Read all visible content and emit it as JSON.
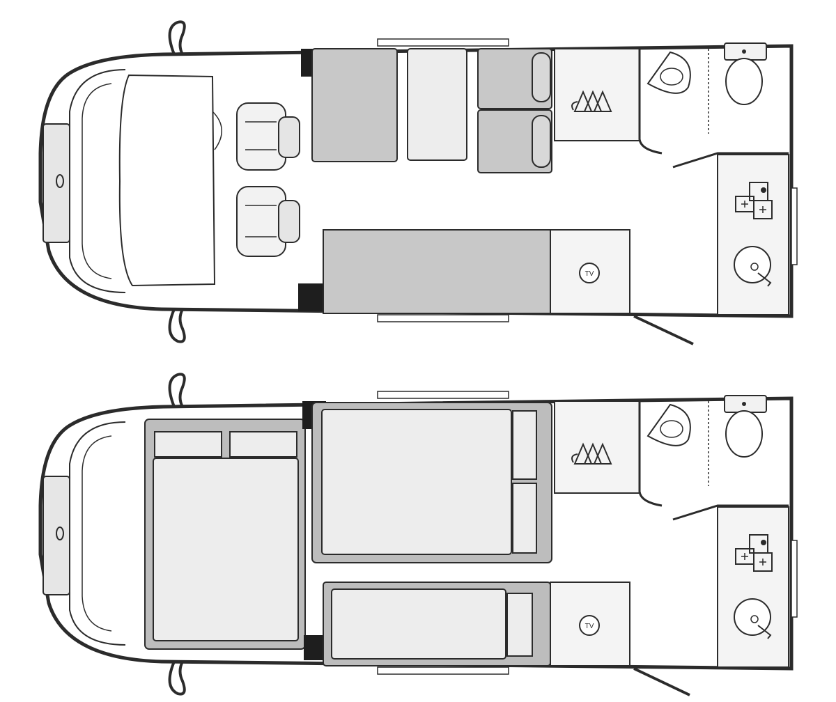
{
  "labels": {
    "tv": "TV"
  },
  "layouts": [
    {
      "mode": "day"
    },
    {
      "mode": "night"
    }
  ],
  "colors": {
    "outline": "#2b2b2b",
    "wall": "#2b2b2b",
    "seat_fill": "#c8c8c8",
    "bed_fill": "#ededed",
    "bed_frame": "#bdbdbd",
    "cab_fill": "#ffffff",
    "unit_fill": "#f4f4f4",
    "dark_block": "#1e1e1e"
  },
  "icons": [
    "wardrobe-icon",
    "washbasin-icon",
    "toilet-icon",
    "hob-icon",
    "sink-icon",
    "tv-icon",
    "seat-icon",
    "mirror-icon",
    "door-icon",
    "headlight-icon"
  ]
}
